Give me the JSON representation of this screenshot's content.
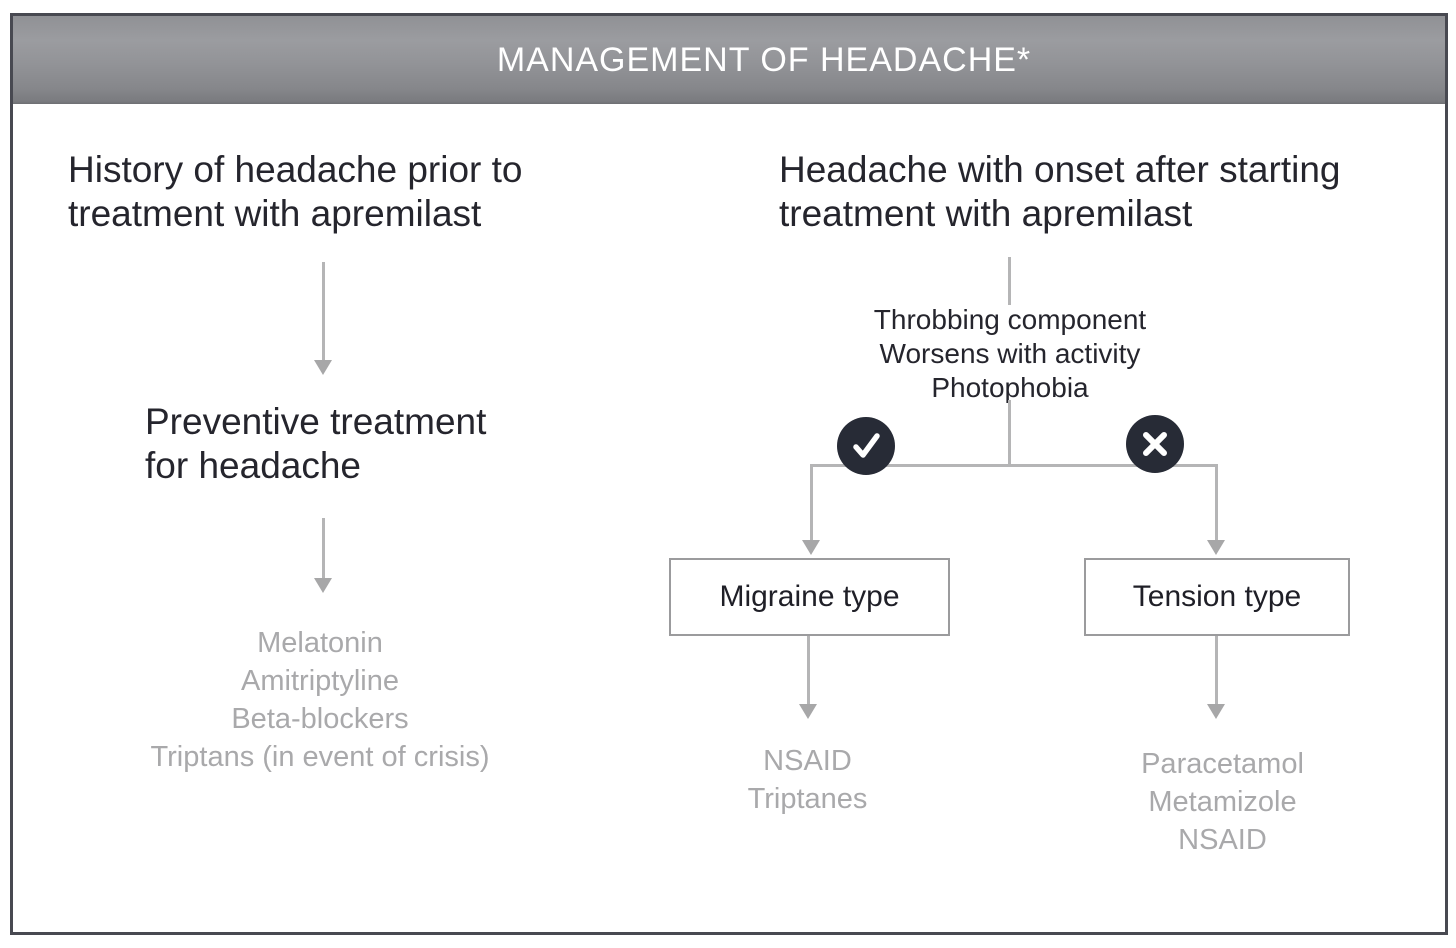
{
  "header": {
    "title": "MANAGEMENT OF HEADACHE*"
  },
  "left_branch": {
    "start": "History of headache prior to\ntreatment with apremilast",
    "step": "Preventive treatment\nfor headache",
    "medications": [
      "Melatonin",
      "Amitriptyline",
      "Beta-blockers",
      "Triptans (in event of crisis)"
    ]
  },
  "right_branch": {
    "start": "Headache with onset after starting\ntreatment with apremilast",
    "symptoms": [
      "Throbbing component",
      "Worsens with activity",
      "Photophobia"
    ],
    "yes_icon": "check-icon",
    "no_icon": "cross-icon",
    "migraine": {
      "label": "Migraine type",
      "medications": [
        "NSAID",
        "Triptanes"
      ]
    },
    "tension": {
      "label": "Tension type",
      "medications": [
        "Paracetamol",
        "Metamizole",
        "NSAID"
      ]
    }
  },
  "colors": {
    "dark_text": "#25252d",
    "gray_text": "#a9a9ab",
    "line": "#b5b5b6",
    "badge_background": "#272b36",
    "header_text": "#ffffff"
  }
}
